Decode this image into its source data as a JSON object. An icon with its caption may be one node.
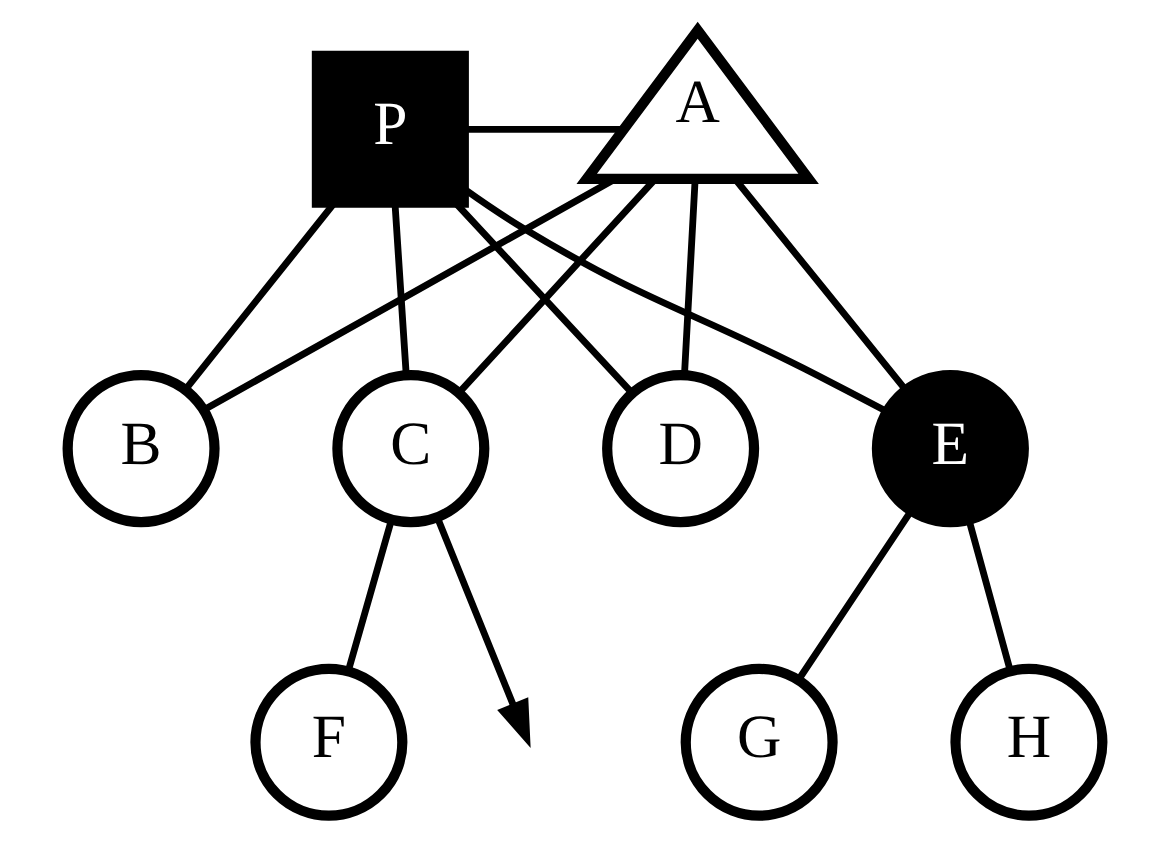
{
  "diagram": {
    "nodes": [
      {
        "text": [
          "P"
        ]
      },
      {
        "text": [
          "A"
        ]
      },
      {
        "text": [
          "B"
        ]
      },
      {
        "text": [
          "C"
        ]
      },
      {
        "text": [
          "D"
        ]
      },
      {
        "text": [
          "E"
        ]
      },
      {
        "text": [
          "F"
        ]
      },
      {
        "text": [
          "G"
        ]
      },
      {
        "text": [
          "H"
        ]
      }
    ],
    "edges": [
      {
        "from": 0,
        "to": 1,
        "arrow": "none"
      },
      {
        "from": 0,
        "to": 2,
        "arrow": "none"
      },
      {
        "from": 1,
        "to": 2,
        "arrow": "none"
      },
      {
        "from": 0,
        "to": 3,
        "arrow": "none"
      },
      {
        "from": 1,
        "to": 3,
        "arrow": "none"
      },
      {
        "from": 0,
        "to": 4,
        "arrow": "none"
      },
      {
        "from": 1,
        "to": 4,
        "arrow": "none"
      },
      {
        "from": 0,
        "to": 5,
        "arrow": "none"
      },
      {
        "from": 1,
        "to": 5,
        "arrow": "none"
      },
      {
        "from": 3,
        "to": null,
        "arrow": "to"
      },
      {
        "from": 3,
        "to": 6,
        "arrow": "none"
      },
      {
        "from": 5,
        "to": 7,
        "arrow": "none"
      },
      {
        "from": 5,
        "to": 8,
        "arrow": "none"
      }
    ]
  }
}
